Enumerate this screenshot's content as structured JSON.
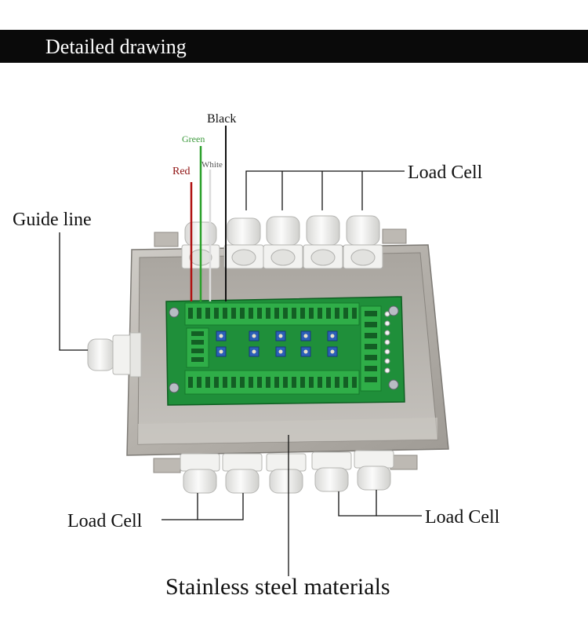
{
  "header": {
    "title": "Detailed drawing"
  },
  "labels": {
    "black_wire": "Black",
    "green_wire": "Green",
    "white_wire": "White",
    "red_wire": "Red",
    "guide_line": "Guide line",
    "load_cell_top": "Load Cell",
    "load_cell_bottom_left": "Load Cell",
    "load_cell_bottom_right": "Load Cell",
    "material": "Stainless steel materials"
  },
  "colors": {
    "header_bg": "#0a0a0a",
    "red_wire": "#b01010",
    "green_wire": "#2aa02a",
    "white_wire": "#dcdcdc",
    "black_wire": "#111111",
    "pcb": "#1f8f3a",
    "terminal": "#2fae48",
    "trimmer": "#2c5fb8",
    "steel": "#b9b6b1"
  }
}
